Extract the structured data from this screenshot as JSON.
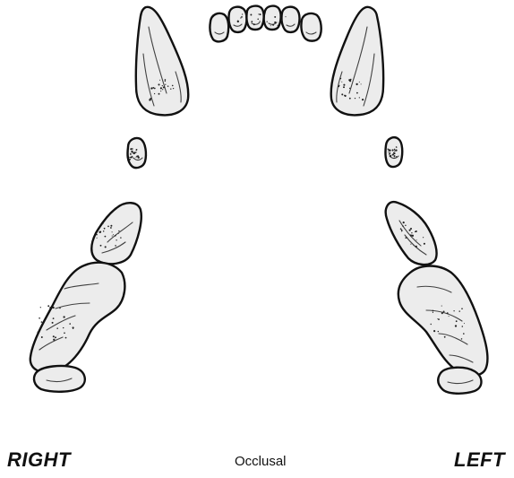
{
  "labels": {
    "right_side": "RIGHT",
    "view": "Occlusal",
    "left_side": "LEFT"
  },
  "colors": {
    "tooth_fill": "#ececec",
    "outline": "#111111",
    "background": "#ffffff"
  }
}
